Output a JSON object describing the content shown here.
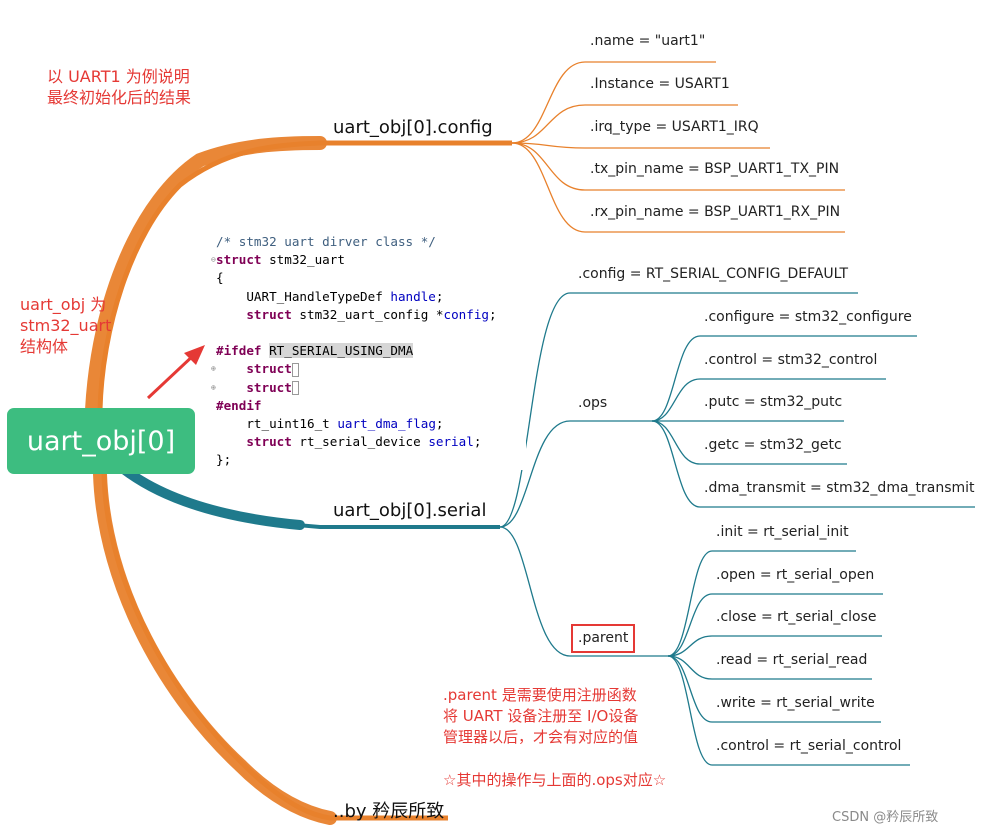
{
  "root": {
    "label": "uart_obj[0]"
  },
  "notes": {
    "top": "以 UART1 为例说明\n最终初始化后的结果",
    "left": "uart_obj 为\nstm32_uart\n结构体",
    "parent": ".parent 是需要使用注册函数\n将 UART 设备注册至 I/O设备\n管理器以后，才会有对应的值",
    "ops_match": "☆其中的操作与上面的.ops对应☆"
  },
  "branches": {
    "config": "uart_obj[0].config",
    "serial": "uart_obj[0].serial",
    "author": "..by 矜辰所致"
  },
  "config_items": [
    ".name = \"uart1\"",
    ".Instance = USART1",
    ".irq_type = USART1_IRQ",
    ".tx_pin_name = BSP_UART1_TX_PIN",
    ".rx_pin_name = BSP_UART1_RX_PIN"
  ],
  "serial_children": {
    "config": ".config = RT_SERIAL_CONFIG_DEFAULT",
    "ops": ".ops",
    "parent": ".parent"
  },
  "ops_items": [
    ".configure = stm32_configure",
    ".control = stm32_control",
    ".putc = stm32_putc",
    ".getc = stm32_getc",
    ".dma_transmit = stm32_dma_transmit"
  ],
  "parent_items": [
    ".init = rt_serial_init",
    ".open = rt_serial_open",
    ".close = rt_serial_close",
    ".read = rt_serial_read",
    ".write = rt_serial_write",
    ".control = rt_serial_control"
  ],
  "code": {
    "comment": "/* stm32 uart dirver class */",
    "struct_kw": "struct",
    "struct_name": " stm32_uart",
    "brace_open": "{",
    "l3_type": "    UART_HandleTypeDef ",
    "l3_var": "handle",
    "l3_end": ";",
    "l4_kw": "    struct",
    "l4_type": " stm32_uart_config *",
    "l4_var": "config",
    "l4_end": ";",
    "ifdef_kw": "#ifdef",
    "ifdef_macro": "RT_SERIAL_USING_DMA",
    "l7_kw": "    struct",
    "l7_box": "",
    "l8_kw": "    struct",
    "l8_box": "",
    "endif_kw": "#endif",
    "l10_type": "    rt_uint16_t ",
    "l10_var": "uart_dma_flag",
    "l10_end": ";",
    "l11_kw": "    struct",
    "l11_type": " rt_serial_device ",
    "l11_var": "serial",
    "l11_end": ";",
    "brace_close": "};"
  },
  "watermark": "CSDN @矜辰所致",
  "colors": {
    "orange": "#e8812c",
    "teal": "#1f7a8c",
    "root_green": "#3dbd80",
    "note_red": "#e53935"
  }
}
